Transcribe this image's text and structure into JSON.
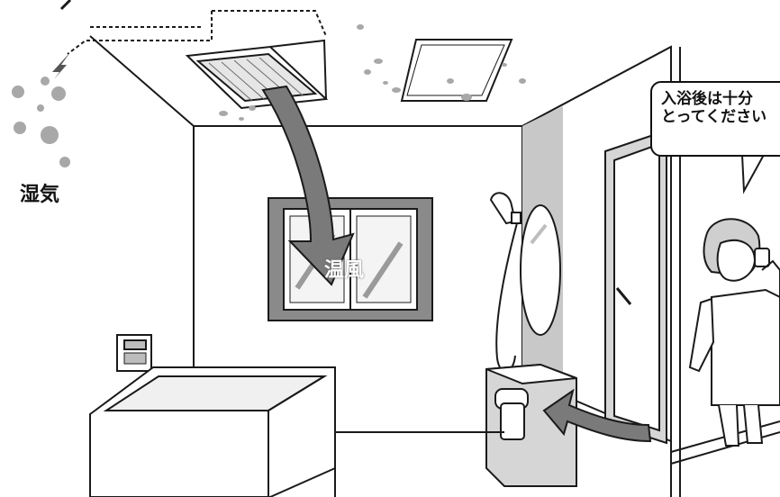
{
  "labels": {
    "moisture": "湿気",
    "warm_air": "温風"
  },
  "speech_bubble": {
    "line1": "入浴後は十分",
    "line2": "とってください"
  },
  "colors": {
    "line": "#1a1a1a",
    "arrow_fill": "#7a7a7a",
    "tile_gray": "#c8c8c8",
    "dot_gray": "#a8a8a8",
    "panel_gray": "#d6d6d6"
  }
}
